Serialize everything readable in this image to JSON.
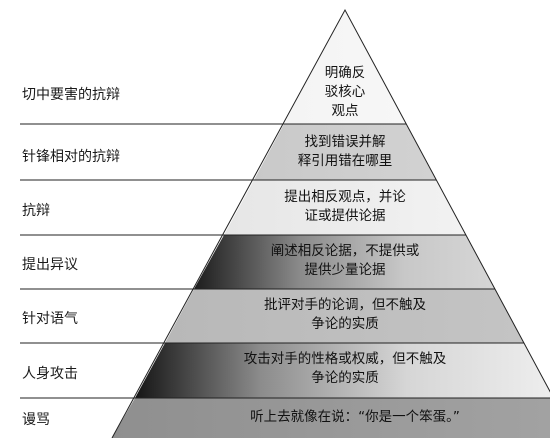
{
  "levels": [
    {
      "label": "切中要害的抗辩",
      "lines": [
        "明确反",
        "驳核心",
        "观点"
      ]
    },
    {
      "label": "针锋相对的抗辩",
      "lines": [
        "找到错误并解",
        "释引用错在哪里"
      ]
    },
    {
      "label": "抗辩",
      "lines": [
        "提出相反观点，并论",
        "证或提供论据"
      ]
    },
    {
      "label": "提出异议",
      "lines": [
        "阐述相反论据，不提供或",
        "提供少量论据"
      ]
    },
    {
      "label": "针对语气",
      "lines": [
        "批评对手的论调，但不触及",
        "争论的实质"
      ]
    },
    {
      "label": "人身攻击",
      "lines": [
        "攻击对手的性格或权威，但不触及",
        "争论的实质"
      ]
    },
    {
      "label": "谩骂",
      "lines": [
        "听上去就像在说：“你是一个笨蛋。”"
      ]
    }
  ]
}
